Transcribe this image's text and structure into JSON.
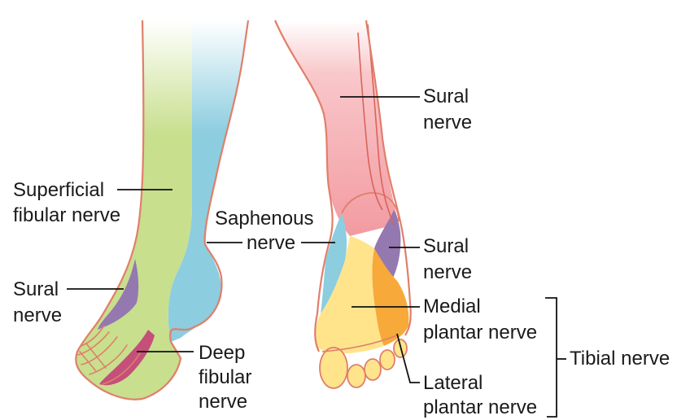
{
  "labels": {
    "superficial_fibular_1": "Superficial",
    "superficial_fibular_2": "fibular nerve",
    "sural_left_1": "Sural",
    "sural_left_2": "nerve",
    "deep_fibular_1": "Deep",
    "deep_fibular_2": "fibular",
    "deep_fibular_3": "nerve",
    "saphenous_1": "Saphenous",
    "saphenous_2": "nerve",
    "sural_top_1": "Sural",
    "sural_top_2": "nerve",
    "sural_right_1": "Sural",
    "sural_right_2": "nerve",
    "medial_plantar_1": "Medial",
    "medial_plantar_2": "plantar nerve",
    "lateral_plantar_1": "Lateral",
    "lateral_plantar_2": "plantar nerve",
    "tibial": "Tibial nerve"
  },
  "colors": {
    "superficial_fibular": "#c8df8e",
    "saphenous": "#8ccde0",
    "sural": "#f3a1a6",
    "sural_lateral": "#9478b0",
    "deep_fibular": "#c4507a",
    "medial_plantar": "#ffe48c",
    "lateral_plantar": "#f7a93a",
    "outline": "#e07f6a"
  }
}
